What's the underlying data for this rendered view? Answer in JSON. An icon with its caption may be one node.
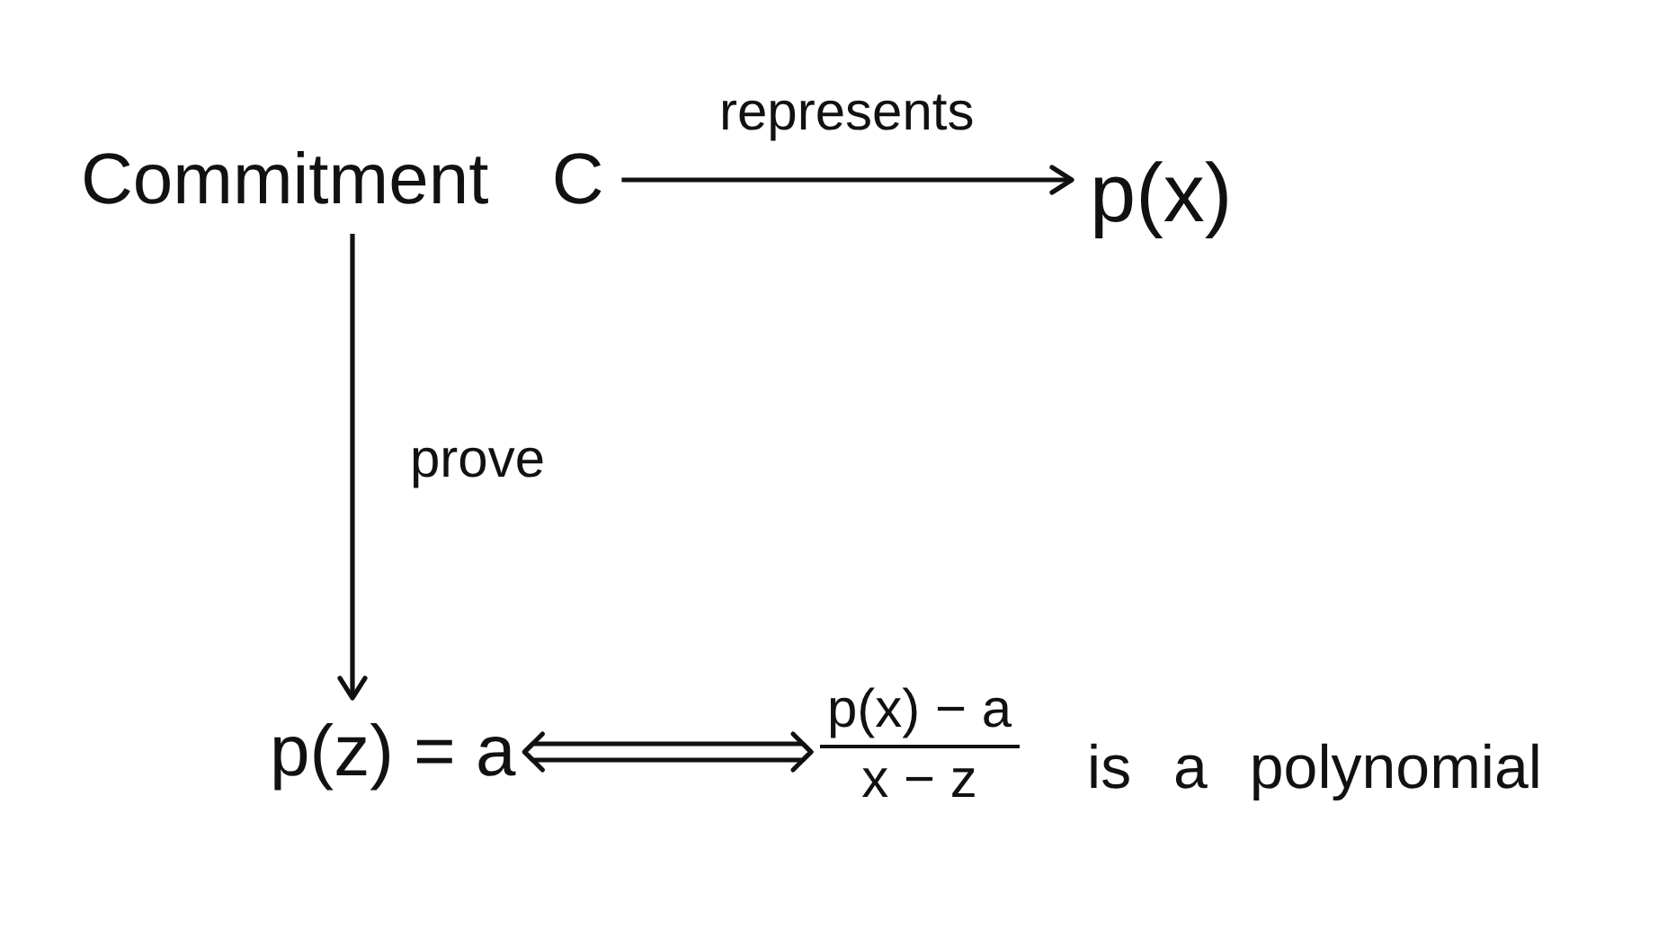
{
  "diagram": {
    "nodes": [
      {
        "text": [
          "Commitment C"
        ]
      },
      {
        "text": [
          "p(x)"
        ]
      },
      {
        "text": [
          "p(z) = a"
        ]
      },
      {
        "text": [
          "p(x) − a",
          "x − z",
          "is a polynomial"
        ]
      }
    ],
    "edges": [
      {
        "from": 0,
        "to": 1,
        "arrow": "to",
        "label": "represents"
      },
      {
        "from": 0,
        "to": 2,
        "arrow": "to",
        "label": "prove"
      },
      {
        "from": 2,
        "to": 3,
        "arrow": "both"
      }
    ]
  }
}
